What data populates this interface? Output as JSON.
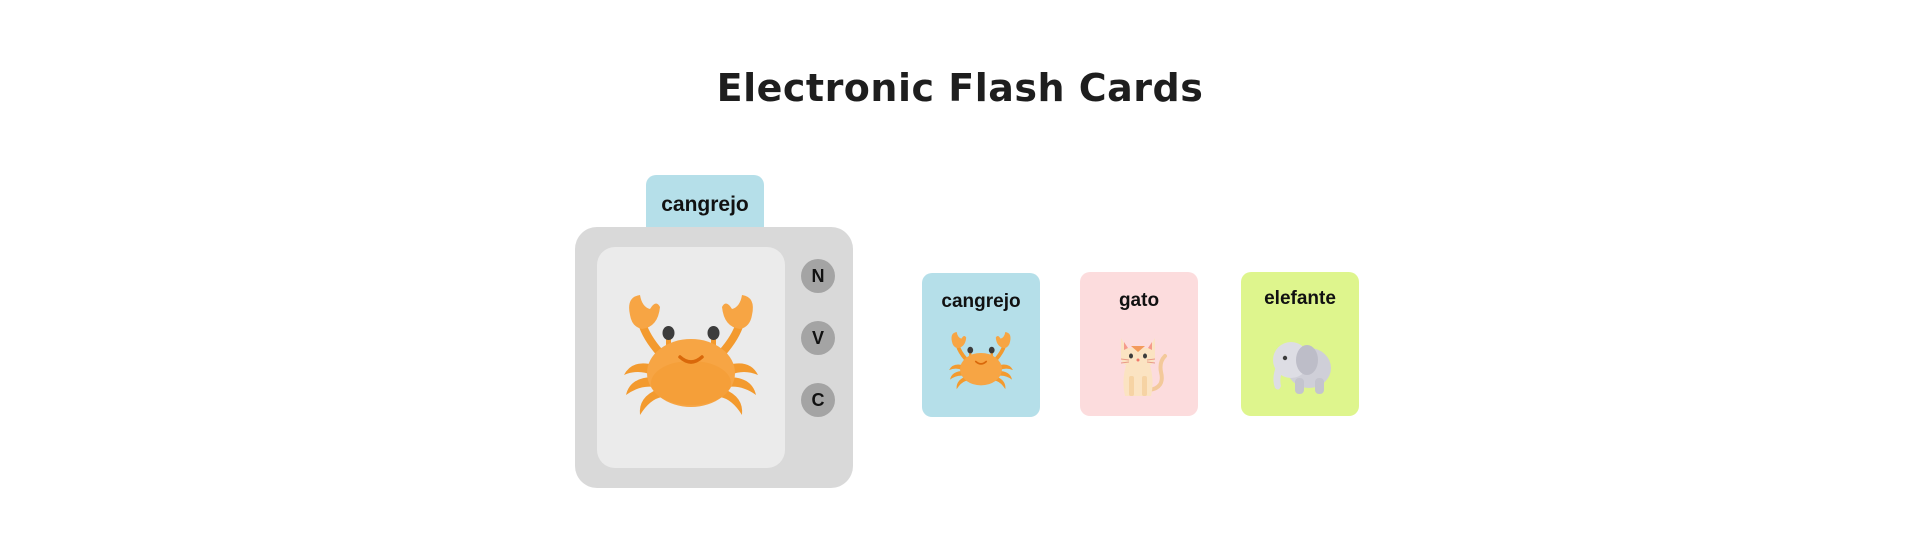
{
  "page": {
    "title": "Electronic Flash Cards"
  },
  "device": {
    "current_word": "cangrejo",
    "current_icon": "crab-icon",
    "buttons": [
      {
        "label": "N"
      },
      {
        "label": "V"
      },
      {
        "label": "C"
      }
    ]
  },
  "cards": [
    {
      "label": "cangrejo",
      "icon": "crab-icon",
      "color": "#b5dfe9"
    },
    {
      "label": "gato",
      "icon": "cat-icon",
      "color": "#fcdcdd"
    },
    {
      "label": "elefante",
      "icon": "elephant-icon",
      "color": "#def58d"
    }
  ],
  "colors": {
    "device_body": "#d9d9d9",
    "device_screen": "#ebebeb",
    "device_button": "#a4a4a4",
    "title_text": "#1e1e1e"
  }
}
